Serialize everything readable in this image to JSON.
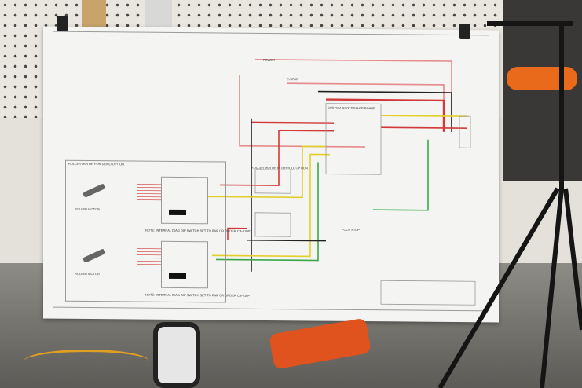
{
  "diagram": {
    "power_label": "POWER",
    "estop_label": "E-STOP",
    "footstop_label": "FOOT STOP",
    "demo_option_title": "ROLLER MOTOR FOR DEMO OPTION",
    "interroll_option_title": "ROLLER MOTOR INTERROLL OPTION",
    "roller_motor_label": "ROLLER MOTOR",
    "note_text": "NOTE: INTERNAL DIAG DIP SWITCH SET TO PNP OR ORDER CB-016PT",
    "controller_label": "CUSTOM CONTROLLER BOARD"
  },
  "colors": {
    "red": "#d23a3a",
    "black": "#222222",
    "yellow": "#e2cf2a",
    "green": "#3aa84a",
    "pink": "#e58a8a"
  }
}
